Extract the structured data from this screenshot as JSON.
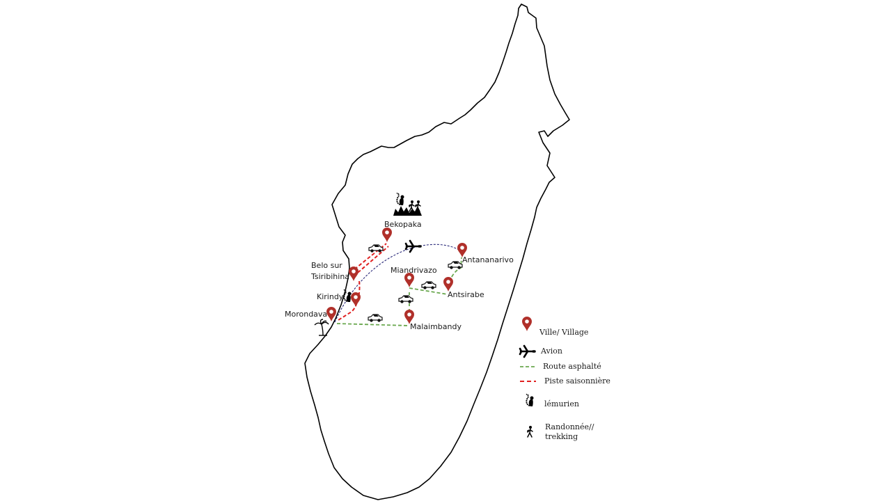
{
  "places": {
    "bekopaka": "Bekopaka",
    "antananarivo": "Antananarivo",
    "miandrivazo": "Miandrivazo",
    "belo_line1": "Belo sur",
    "belo_line2": "Tsiribihina",
    "kirindy": "Kirindy",
    "antsirabe": "Antsirabe",
    "morondava": "Morondava",
    "malaimbandy": "Malaimbandy"
  },
  "legend": {
    "ville": "Ville/ Village",
    "avion": "Avion",
    "route": "Route asphalté",
    "piste": "Piste saisonnière",
    "lemurien": "lémurien",
    "rando_line1": "Randonnée//",
    "rando_line2": "trekking"
  },
  "icons": {
    "marker": "map-marker-icon",
    "plane": "plane-icon",
    "car": "car-icon",
    "lemur": "lemur-icon",
    "hiker": "hiker-icon",
    "palm": "palm-tree-icon",
    "tsingy": "tsingy-landscape-icon"
  },
  "colors": {
    "marker": "#b0302a",
    "asphalt_road": "#6aa84f",
    "seasonal_track": "#e02020",
    "flight_path": "#2a2a7a",
    "coastline": "#000000"
  }
}
